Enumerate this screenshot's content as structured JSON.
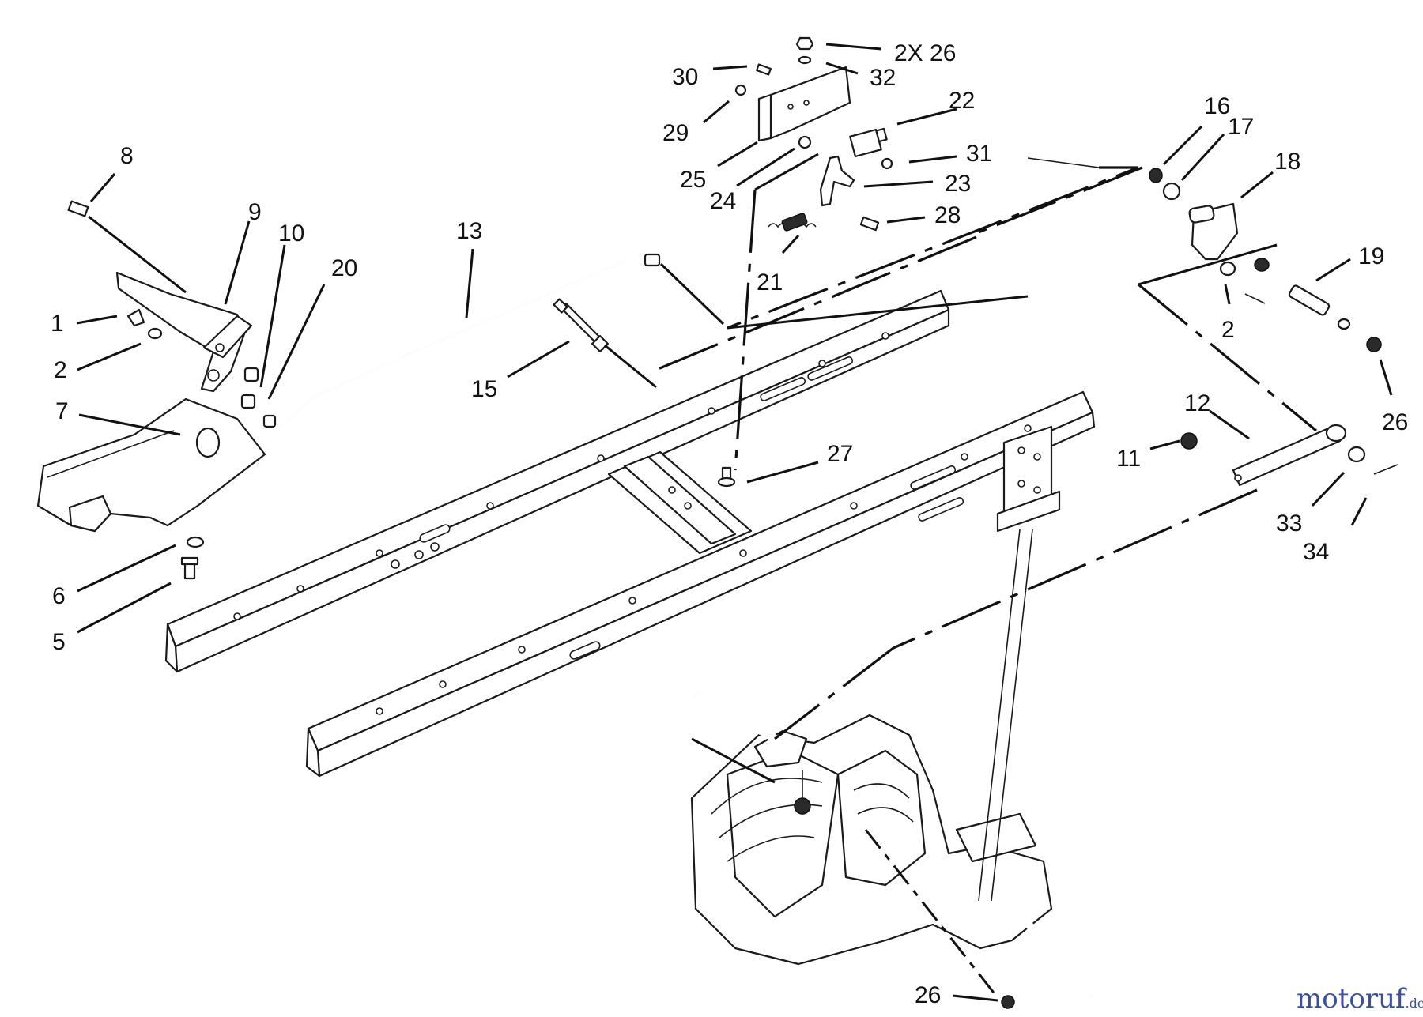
{
  "callouts": [
    {
      "id": "c8",
      "text": "8"
    },
    {
      "id": "c9",
      "text": "9"
    },
    {
      "id": "c10",
      "text": "10"
    },
    {
      "id": "c20",
      "text": "20"
    },
    {
      "id": "c1",
      "text": "1"
    },
    {
      "id": "c2a",
      "text": "2"
    },
    {
      "id": "c7",
      "text": "7"
    },
    {
      "id": "c6",
      "text": "6"
    },
    {
      "id": "c5",
      "text": "5"
    },
    {
      "id": "c13",
      "text": "13"
    },
    {
      "id": "c15",
      "text": "15"
    },
    {
      "id": "c30",
      "text": "30"
    },
    {
      "id": "c29",
      "text": "29"
    },
    {
      "id": "c25",
      "text": "25"
    },
    {
      "id": "c24",
      "text": "24"
    },
    {
      "id": "c2x26",
      "text": "2X 26"
    },
    {
      "id": "c32",
      "text": "32"
    },
    {
      "id": "c22",
      "text": "22"
    },
    {
      "id": "c31",
      "text": "31"
    },
    {
      "id": "c23",
      "text": "23"
    },
    {
      "id": "c28",
      "text": "28"
    },
    {
      "id": "c21",
      "text": "21"
    },
    {
      "id": "c27",
      "text": "27"
    },
    {
      "id": "c16",
      "text": "16"
    },
    {
      "id": "c17",
      "text": "17"
    },
    {
      "id": "c18",
      "text": "18"
    },
    {
      "id": "c19",
      "text": "19"
    },
    {
      "id": "c2b",
      "text": "2"
    },
    {
      "id": "c26a",
      "text": "26"
    },
    {
      "id": "c12",
      "text": "12"
    },
    {
      "id": "c11",
      "text": "11"
    },
    {
      "id": "c33",
      "text": "33"
    },
    {
      "id": "c34",
      "text": "34"
    },
    {
      "id": "c26b",
      "text": "26"
    }
  ],
  "watermark": {
    "brand_main": "motoruf",
    "brand_suffix": ".de",
    "color_main": "#3a4fa0",
    "color_accent": "#e08a1e"
  }
}
